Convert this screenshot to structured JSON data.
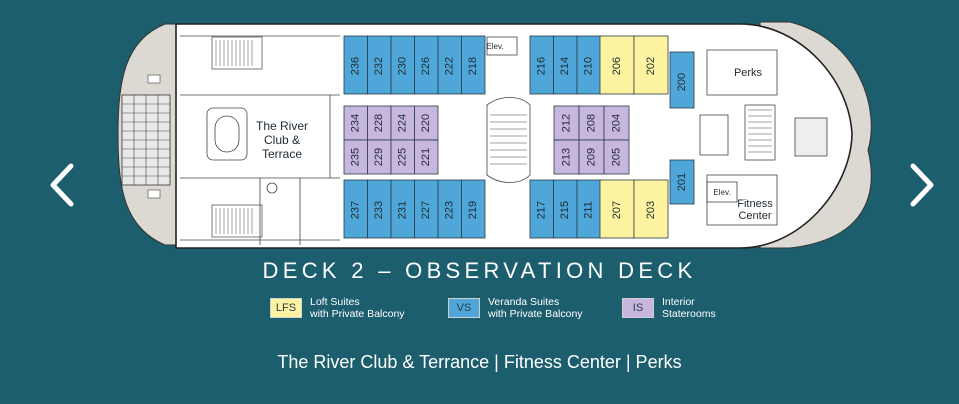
{
  "deck_title": "DECK 2 – OBSERVATION DECK",
  "amenities_line": "The River Club & Terrance | Fitness Center | Perks",
  "colors": {
    "background": "#1c5e6e",
    "loft": "#fdf3a0",
    "veranda": "#4ea7d8",
    "interior": "#c7b6de",
    "hull": "#ffffff",
    "bow": "#dcd8d2"
  },
  "nav": {
    "prev_icon": "chevron-left-icon",
    "next_icon": "chevron-right-icon"
  },
  "legend": [
    {
      "code": "LFS",
      "label": "Loft Suites\nwith Private Balcony",
      "type": "loft"
    },
    {
      "code": "VS",
      "label": "Veranda Suites\nwith Private Balcony",
      "type": "veranda"
    },
    {
      "code": "IS",
      "label": "Interior\nStaterooms",
      "type": "interior"
    }
  ],
  "plan_labels": {
    "river_club": [
      "The River",
      "Club &",
      "Terrace"
    ],
    "perks": "Perks",
    "fitness": [
      "Fitness",
      "Center"
    ],
    "elev_top": "Elev.",
    "elev_bottom": "Elev."
  },
  "rooms": {
    "top_veranda_aft": [
      "236",
      "232",
      "230",
      "226",
      "222",
      "218"
    ],
    "top_veranda_mid": [
      "216",
      "214",
      "210"
    ],
    "top_loft": [
      "206",
      "202"
    ],
    "side_veranda_top": [
      "200"
    ],
    "bottom_veranda_aft": [
      "237",
      "233",
      "231",
      "227",
      "223",
      "219"
    ],
    "bottom_veranda_mid": [
      "217",
      "215",
      "211"
    ],
    "bottom_loft": [
      "207",
      "203"
    ],
    "side_veranda_bottom": [
      "201"
    ],
    "interior_aft_upper": [
      "234",
      "228",
      "224",
      "220"
    ],
    "interior_aft_lower": [
      "235",
      "229",
      "225",
      "221"
    ],
    "interior_fwd_upper": [
      "212",
      "208",
      "204"
    ],
    "interior_fwd_lower": [
      "213",
      "209",
      "205"
    ]
  }
}
